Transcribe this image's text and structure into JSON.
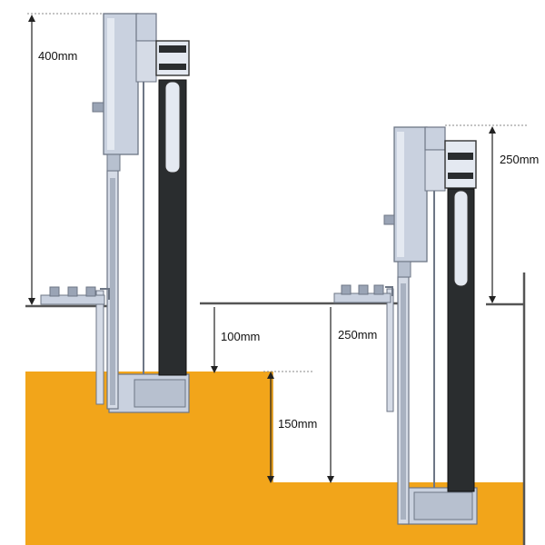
{
  "labels": {
    "dim_400": "400mm",
    "dim_250_top": "250mm",
    "dim_100": "100mm",
    "dim_250_mid": "250mm",
    "dim_150": "150mm"
  },
  "colors": {
    "ground": "#f2a51a",
    "ground_edge": "#d9900f",
    "metal": "#c9d1df",
    "metal_dark": "#9aa4b5",
    "metal_light": "#e4e9f1",
    "cylinder": "#2a2d2f",
    "line": "#222222",
    "dotted": "#8a8a8a"
  }
}
